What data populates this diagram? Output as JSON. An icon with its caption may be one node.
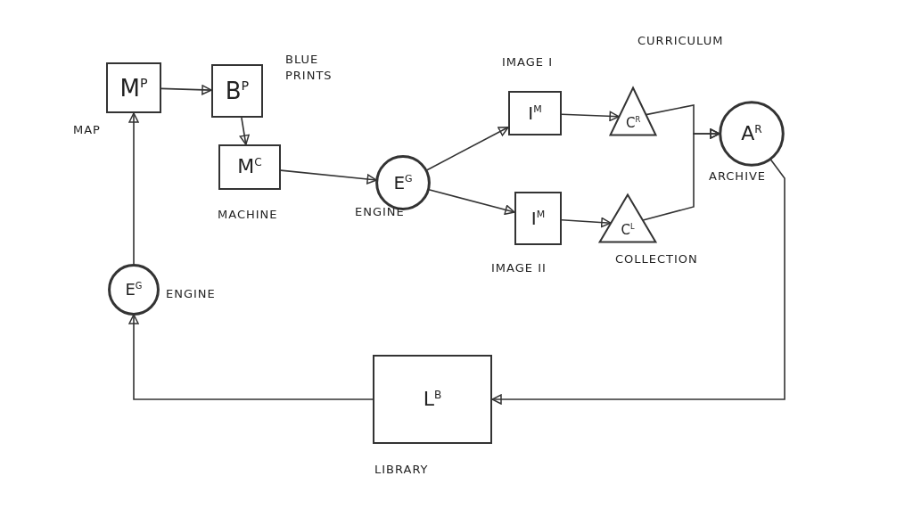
{
  "diagram": {
    "nodes": [
      {
        "text": [
          "M$^{P}$"
        ],
        "beside": [
          "MAP"
        ]
      },
      {
        "text": [
          "B$^{P}$"
        ],
        "beside": [
          "BLUE PRINTS"
        ]
      },
      {
        "text": [
          "M$^{C}$"
        ],
        "beside": [
          "MACHINE"
        ]
      },
      {
        "text": [
          "E$^{G}$"
        ],
        "beside": [
          "ENGINE"
        ]
      },
      {
        "text": [
          "I$^{M}$"
        ],
        "beside": [
          "IMAGE I"
        ]
      },
      {
        "text": [
          "C$^{R}$"
        ],
        "beside": [
          "CURRICULUM"
        ]
      },
      {
        "text": [
          "I$^{M}$"
        ],
        "beside": [
          "IMAGE II"
        ]
      },
      {
        "text": [
          "C$^{L}$"
        ],
        "beside": [
          "COLLECTION"
        ]
      },
      {
        "text": [
          "A$^{R}$"
        ],
        "beside": [
          "ARCHIVE"
        ]
      },
      {
        "text": [
          "L$^{B}$"
        ],
        "beside": [
          "LIBRARY"
        ]
      },
      {
        "text": [
          "E$^{G}$"
        ],
        "beside": [
          "ENGINE"
        ]
      }
    ],
    "edges": [
      {
        "from": 0,
        "to": 1,
        "arrow": "to"
      },
      {
        "from": 1,
        "to": 2,
        "arrow": "to"
      },
      {
        "from": 2,
        "to": 3,
        "arrow": "to"
      },
      {
        "from": 3,
        "to": 4,
        "arrow": "to"
      },
      {
        "from": 3,
        "to": 6,
        "arrow": "to"
      },
      {
        "from": 4,
        "to": 5,
        "arrow": "to"
      },
      {
        "from": 6,
        "to": 7,
        "arrow": "to"
      },
      {
        "from": 5,
        "to": 8,
        "arrow": "to"
      },
      {
        "from": 7,
        "to": 8,
        "arrow": "to"
      },
      {
        "from": 8,
        "to": 9,
        "arrow": "to"
      },
      {
        "from": 9,
        "to": 10,
        "arrow": "to"
      },
      {
        "from": 10,
        "to": 0,
        "arrow": "to"
      }
    ]
  }
}
